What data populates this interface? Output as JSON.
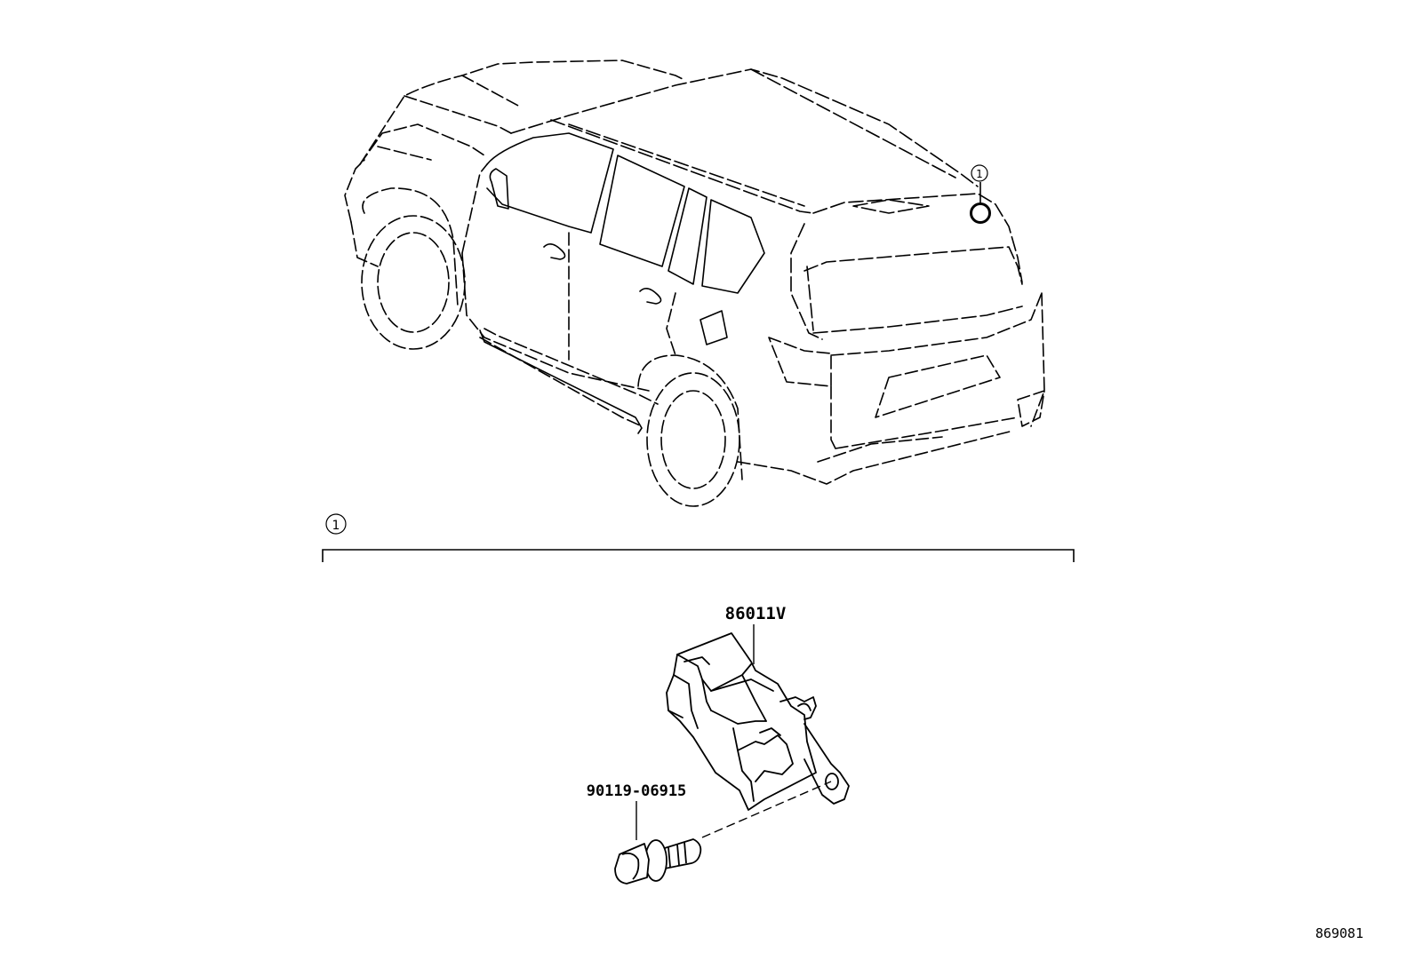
{
  "callout_ref": "1",
  "parts": [
    {
      "number": "86011V"
    },
    {
      "number": "90119-06915"
    }
  ],
  "figure_number": "869081"
}
